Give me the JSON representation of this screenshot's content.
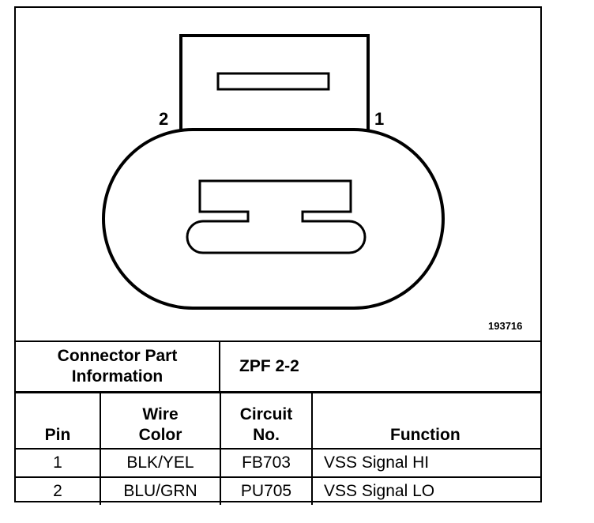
{
  "diagram": {
    "pin_label_left": "2",
    "pin_label_right": "1",
    "figure_number": "193716"
  },
  "connector_part": {
    "label_line1": "Connector Part",
    "label_line2": "Information",
    "value": "ZPF 2-2"
  },
  "pin_table": {
    "headers": {
      "pin": "Pin",
      "wire_line1": "Wire",
      "wire_line2": "Color",
      "circuit_line1": "Circuit",
      "circuit_line2": "No.",
      "function": "Function"
    },
    "rows": [
      {
        "pin": "1",
        "wire_color": "BLK/YEL",
        "circuit": "FB703",
        "function": "VSS Signal HI"
      },
      {
        "pin": "2",
        "wire_color": "BLU/GRN",
        "circuit": "PU705",
        "function": "VSS Signal LO"
      }
    ]
  }
}
